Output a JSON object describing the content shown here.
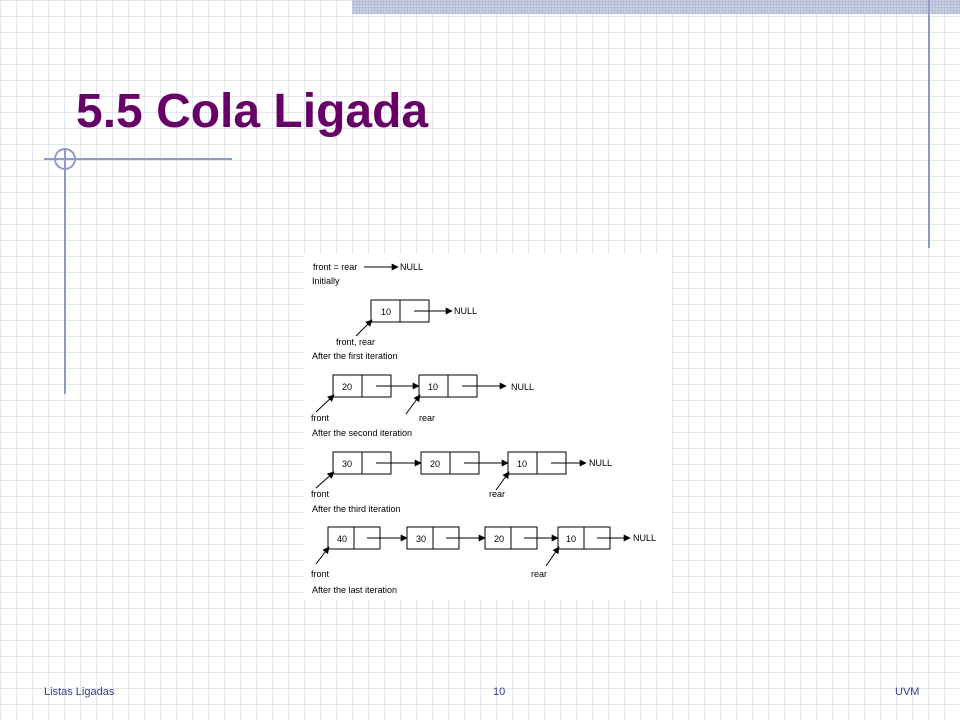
{
  "slide": {
    "title": "5.5 Cola Ligada",
    "footer_left": "Listas Ligadas",
    "page_number": "10",
    "footer_right": "UVM"
  },
  "diagram": {
    "initial": {
      "pointer_label": "front = rear",
      "null_label": "NULL",
      "caption": "Initially"
    },
    "step1": {
      "values": [
        "10"
      ],
      "null_label": "NULL",
      "pointer_label": "front, rear",
      "caption": "After the first iteration"
    },
    "step2": {
      "values": [
        "20",
        "10"
      ],
      "null_label": "NULL",
      "front_label": "front",
      "rear_label": "rear",
      "caption": "After the second iteration"
    },
    "step3": {
      "values": [
        "30",
        "20",
        "10"
      ],
      "null_label": "NULL",
      "front_label": "front",
      "rear_label": "rear",
      "caption": "After the third iteration"
    },
    "step4": {
      "values": [
        "40",
        "30",
        "20",
        "10"
      ],
      "null_label": "NULL",
      "front_label": "front",
      "rear_label": "rear",
      "caption": "After the last iteration"
    }
  },
  "colors": {
    "title": "#660066",
    "accent_lines": "#8f9bc4",
    "footer_text": "#3a3a8c"
  }
}
